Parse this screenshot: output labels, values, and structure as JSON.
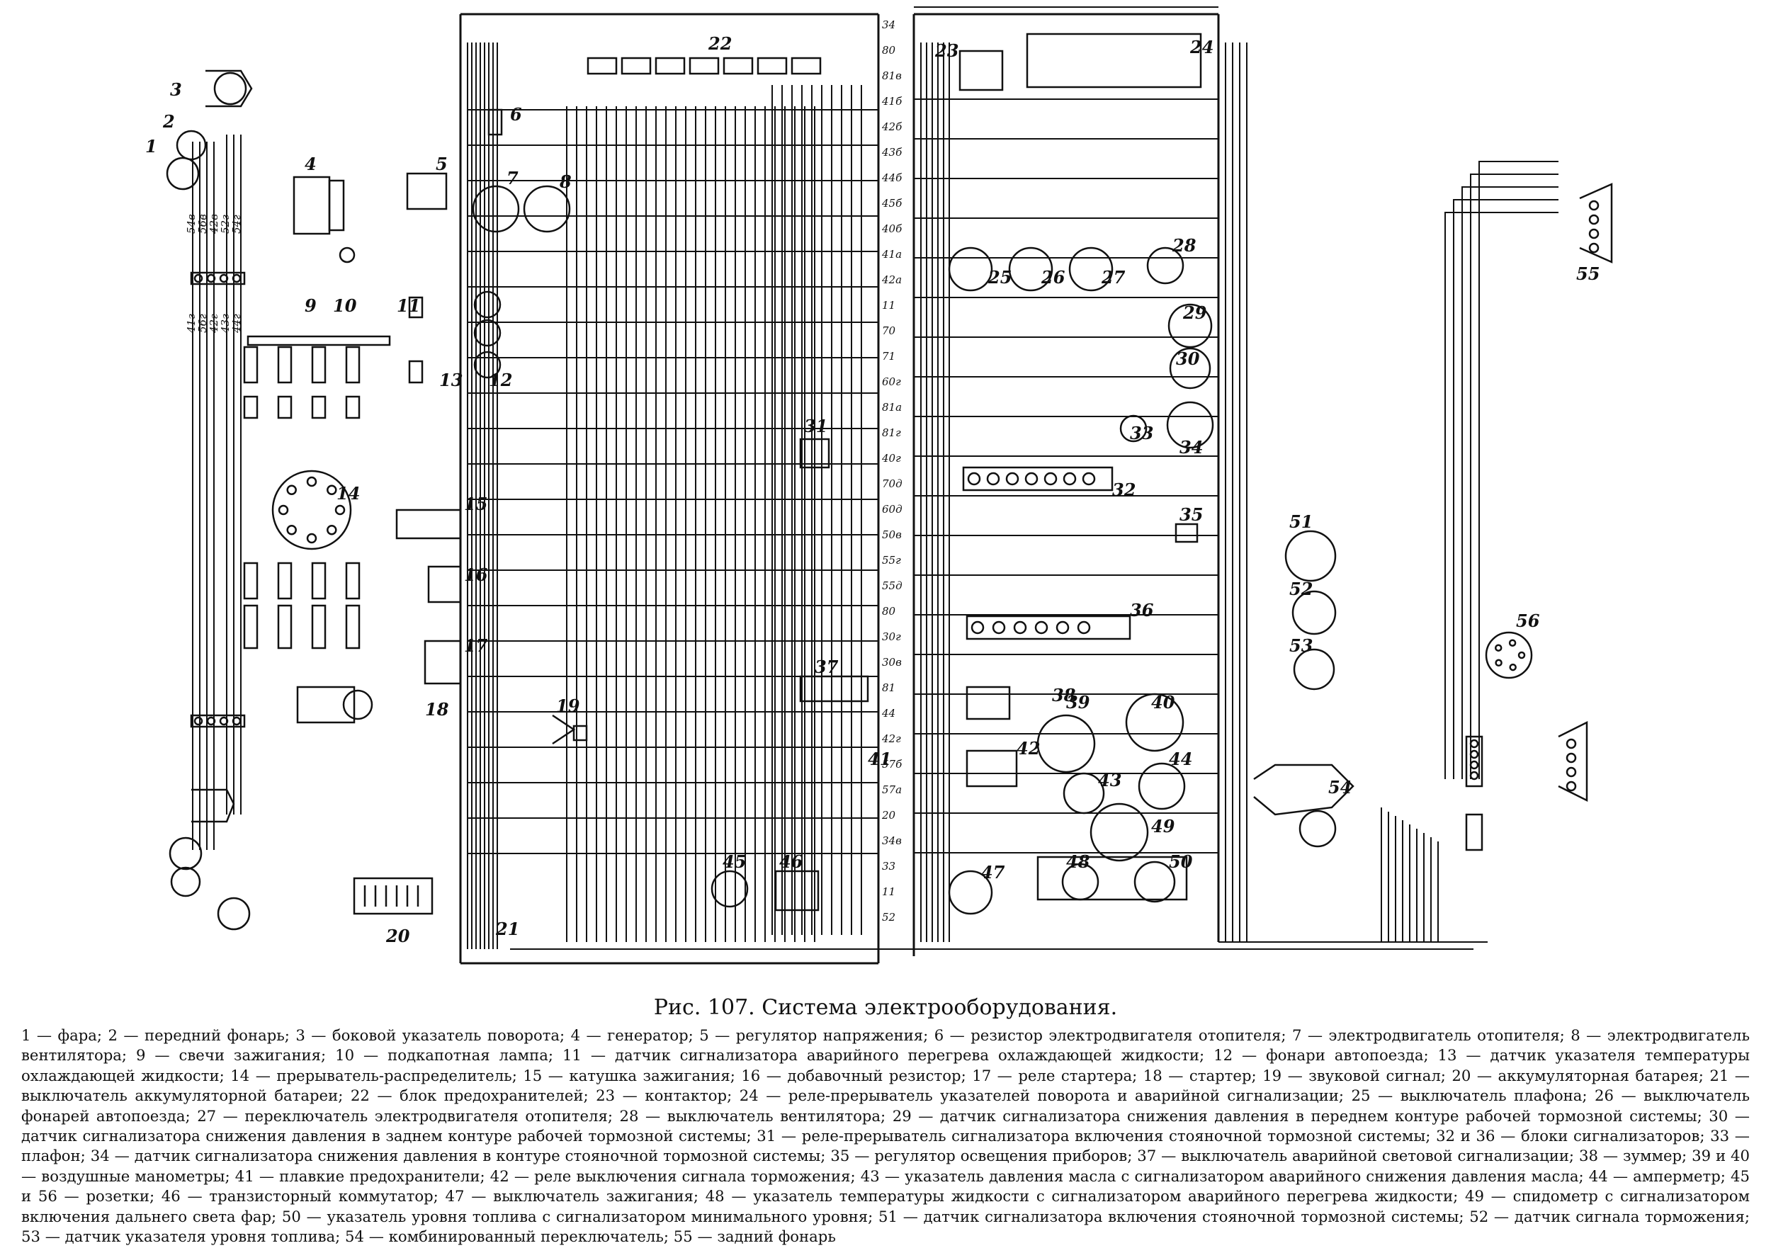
{
  "figure": {
    "caption": "Рис. 107. Система электрооборудования.",
    "legend": "1 — фара; 2 — передний фонарь; 3 — боковой указатель поворота; 4 — генератор; 5 — регулятор напряжения; 6 — резистор электродвигателя отопителя; 7 — электродвигатель отопителя; 8 — электродвигатель вентилятора; 9 — свечи зажигания; 10 — подкапотная лампа; 11 — датчик сигнализатора аварийного перегрева охлаждающей жидкости; 12 — фонари автопоезда; 13 — датчик указателя температуры охлаждающей жидкости; 14 — прерыватель-распределитель; 15 — катушка зажигания; 16 — добавочный резистор; 17 — реле стартера; 18 — стартер; 19 — звуковой сигнал; 20 — аккумуляторная батарея; 21 — выключатель аккумуляторной батареи; 22 — блок предохранителей; 23 — контактор; 24 — реле-прерыватель указателей поворота и аварийной сигнализации; 25 — выключатель плафона; 26 — выключатель фонарей автопоезда; 27 — переключатель электродвигателя отопителя; 28 — выключатель вентилятора; 29 — датчик сигнализатора снижения давления в переднем контуре рабочей тормозной системы; 30 — датчик сигнализатора снижения давления в заднем контуре рабочей тормозной системы; 31 — реле-прерыватель сигнализатора включения стояночной тормозной системы; 32 и 36 — блоки сигнализаторов; 33 — плафон; 34 — датчик сигнализатора снижения давления в контуре стояночной тормозной системы; 35 — регулятор освещения приборов; 37 — выключатель аварийной световой сигнализации; 38 — зуммер; 39 и 40 — воздушные манометры; 41 — плавкие предохранители; 42 — реле выключения сигнала торможения; 43 — указатель давления масла с сигнализатором аварийного снижения давления масла; 44 — амперметр; 45 и 56 — розетки; 46 — транзисторный коммутатор; 47 — выключатель зажигания; 48 — указатель температуры жидкости с сигнализатором аварийного перегрева жидкости; 49 — спидометр с сигнализатором включения дальнего света фар; 50 — указатель уровня топлива с сигнализатором минимального уровня; 51 — датчик сигнализатора включения стояночной тормозной системы; 52 — датчик сигнала торможения; 53 — датчик указателя уровня топлива; 54 — комбинированный переключатель; 55 — задний фонарь",
    "component_numbers": [
      "1",
      "2",
      "3",
      "4",
      "5",
      "6",
      "7",
      "8",
      "9",
      "10",
      "11",
      "12",
      "13",
      "14",
      "15",
      "16",
      "17",
      "18",
      "19",
      "20",
      "21",
      "22",
      "23",
      "24",
      "25",
      "26",
      "27",
      "28",
      "29",
      "30",
      "31",
      "32",
      "33",
      "34",
      "35",
      "36",
      "37",
      "38",
      "39",
      "40",
      "41",
      "42",
      "43",
      "44",
      "45",
      "46",
      "47",
      "48",
      "49",
      "50",
      "51",
      "52",
      "53",
      "54",
      "55",
      "56"
    ],
    "wire_labels_left": [
      "54в",
      "56в",
      "42в",
      "52г",
      "54г",
      "41г",
      "56г",
      "42г",
      "43г",
      "44г"
    ],
    "wire_labels_right": [
      "34",
      "80",
      "81в",
      "41б",
      "42б",
      "43б",
      "44б",
      "45б",
      "40б",
      "41а",
      "42а",
      "11",
      "70",
      "71",
      "60г",
      "81а",
      "81г",
      "40г",
      "70д",
      "60д",
      "50в",
      "55г",
      "55д",
      "80",
      "30г",
      "30в",
      "81",
      "44",
      "42г",
      "57б",
      "57а",
      "20",
      "34в",
      "33",
      "11",
      "52"
    ]
  }
}
